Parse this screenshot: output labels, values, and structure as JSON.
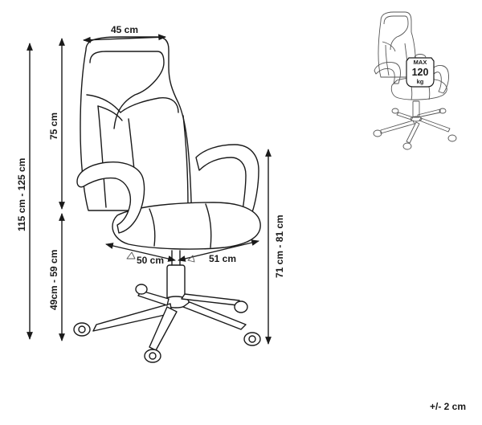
{
  "dimensions": {
    "seat_width": "45 cm",
    "backrest_height": "75 cm",
    "total_height": "115 cm - 125 cm",
    "seat_floor_height": "49cm - 59 cm",
    "armrest_height": "71 cm - 81 cm",
    "seat_depth": "50 cm",
    "base_width": "51 cm"
  },
  "badge": {
    "max_label": "MAX",
    "value": "120",
    "unit": "kg"
  },
  "tolerance": "+/- 2 cm"
}
